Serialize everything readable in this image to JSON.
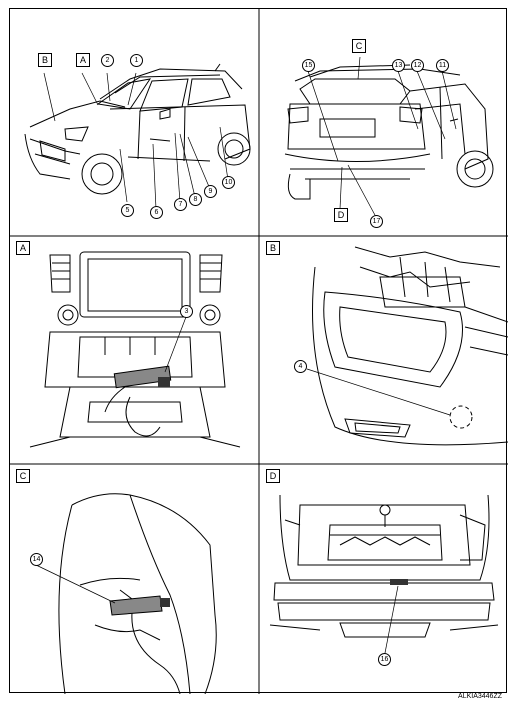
{
  "figure_id": "ALKIA3446ZZ",
  "panels": {
    "overview_front": {
      "labels": [
        "B",
        "A"
      ],
      "callouts": [
        "1",
        "2",
        "5",
        "6",
        "7",
        "8",
        "9",
        "10"
      ]
    },
    "overview_rear": {
      "labels": [
        "C",
        "D"
      ],
      "callouts": [
        "15",
        "13",
        "12",
        "11",
        "17"
      ]
    },
    "detail_a": {
      "label": "A",
      "callouts": [
        "3"
      ]
    },
    "detail_b": {
      "label": "B",
      "callouts": [
        "4"
      ]
    },
    "detail_c": {
      "label": "C",
      "callouts": [
        "14"
      ]
    },
    "detail_d": {
      "label": "D",
      "callouts": [
        "16"
      ]
    }
  }
}
